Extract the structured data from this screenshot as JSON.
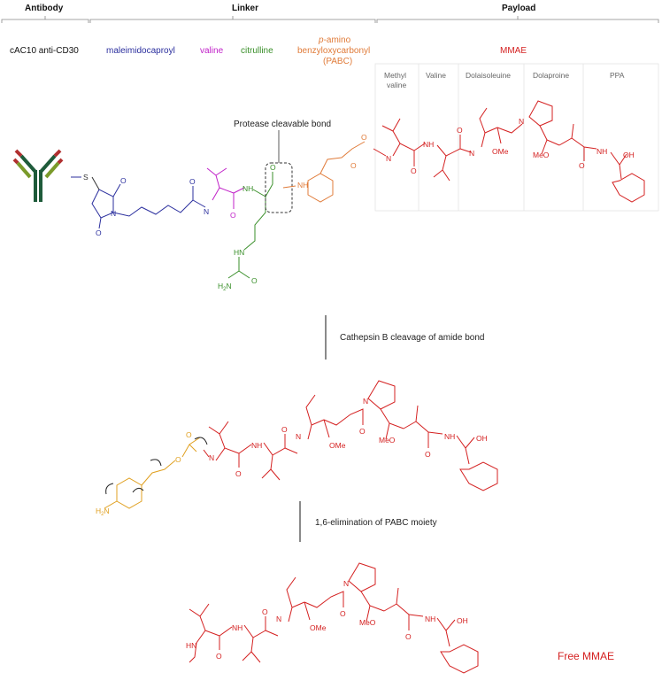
{
  "headers": {
    "antibody": "Antibody",
    "linker": "Linker",
    "payload": "Payload"
  },
  "labels": {
    "antibody_name": "cAC10 anti-CD30",
    "maleimidocaproyl": "maleimidocaproyl",
    "valine": "valine",
    "citrulline": "citrulline",
    "pabc_line1_prefix": "p",
    "pabc_line1_rest": "-amino",
    "pabc_line2": "benzyloxycarbonyl",
    "pabc_line3": "(PABC)",
    "mmae": "MMAE",
    "free_mmae": "Free MMAE"
  },
  "payload_units": {
    "methyl_valine_1": "Methyl",
    "methyl_valine_2": "valine",
    "valine": "Valine",
    "dolaisoleuine": "Dolaisoleuine",
    "dolaproine": "Dolaproine",
    "ppa": "PPA"
  },
  "annotations": {
    "protease": "Protease cleavable bond"
  },
  "steps": {
    "step1": "Cathepsin B cleavage of amide bond",
    "step2": "1,6-elimination of PABC moiety"
  },
  "atoms": {
    "S": "S",
    "N": "N",
    "O": "O",
    "NH": "NH",
    "HN": "HN",
    "OMe": "OMe",
    "MeO": "MeO",
    "OH": "OH",
    "H2N": "H",
    "H2N_sub": "2",
    "H2N_N": "N"
  },
  "colors": {
    "maleimide": "#2b2f9e",
    "valine": "#c020c8",
    "citrulline": "#3a8f2a",
    "pabc": "#e07b39",
    "pabc_free": "#e0a020",
    "mmae": "#d42020",
    "antibody_dark": "#1e5b3a",
    "antibody_mid": "#7a9a2a",
    "antibody_tip": "#b03030"
  }
}
